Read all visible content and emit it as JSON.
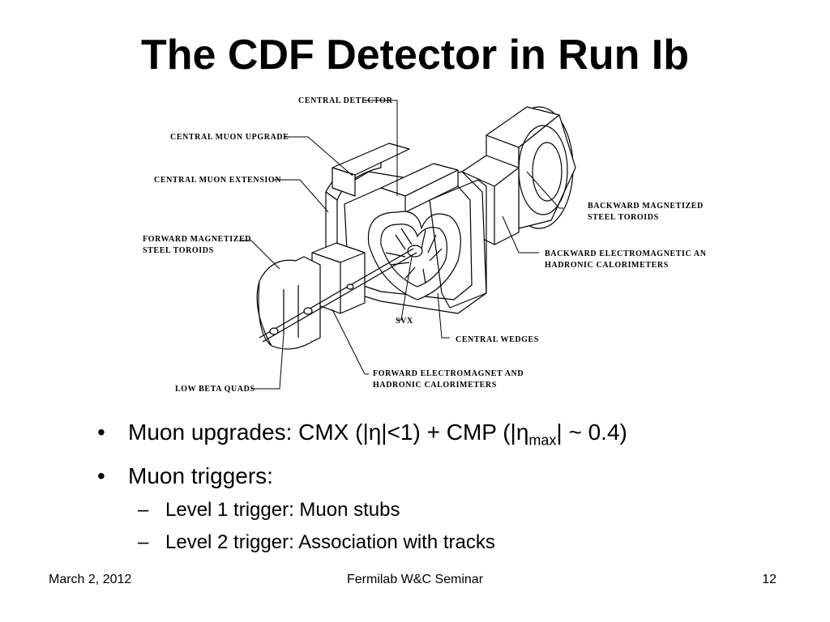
{
  "slide": {
    "title": "The CDF Detector in Run Ib",
    "figure_labels": {
      "central_detector": "CENTRAL DETECTOR",
      "central_muon_upgrade": "CENTRAL MUON UPGRADE",
      "central_muon_extension": "CENTRAL MUON EXTENSION",
      "forward_toroids_line1": "FORWARD MAGNETIZED",
      "forward_toroids_line2": "STEEL TOROIDS",
      "low_beta_quads": "LOW BETA QUADS",
      "backward_toroids_line1": "BACKWARD MAGNETIZED",
      "backward_toroids_line2": "STEEL TOROIDS",
      "backward_calorimeters_line1": "BACKWARD ELECTROMAGNETIC AND",
      "backward_calorimeters_line2": "HADRONIC CALORIMETERS",
      "svx": "SVX",
      "central_wedges": "CENTRAL WEDGES",
      "forward_calorimeters_line1": "FORWARD ELECTROMAGNET AND",
      "forward_calorimeters_line2": "HADRONIC CALORIMETERS"
    },
    "bullets": {
      "b1_prefix": "Muon upgrades: CMX (|η|<1) + CMP (|η",
      "b1_sub": "max",
      "b1_suffix": "| ~ 0.4)",
      "b2": "Muon triggers:",
      "b2_sub1": "Level 1 trigger: Muon stubs",
      "b2_sub2": "Level 2 trigger: Association with tracks"
    },
    "bullet_glyph": "•",
    "dash_glyph": "–"
  },
  "footer": {
    "date": "March 2, 2012",
    "event": "Fermilab W&C Seminar",
    "page": "12"
  }
}
